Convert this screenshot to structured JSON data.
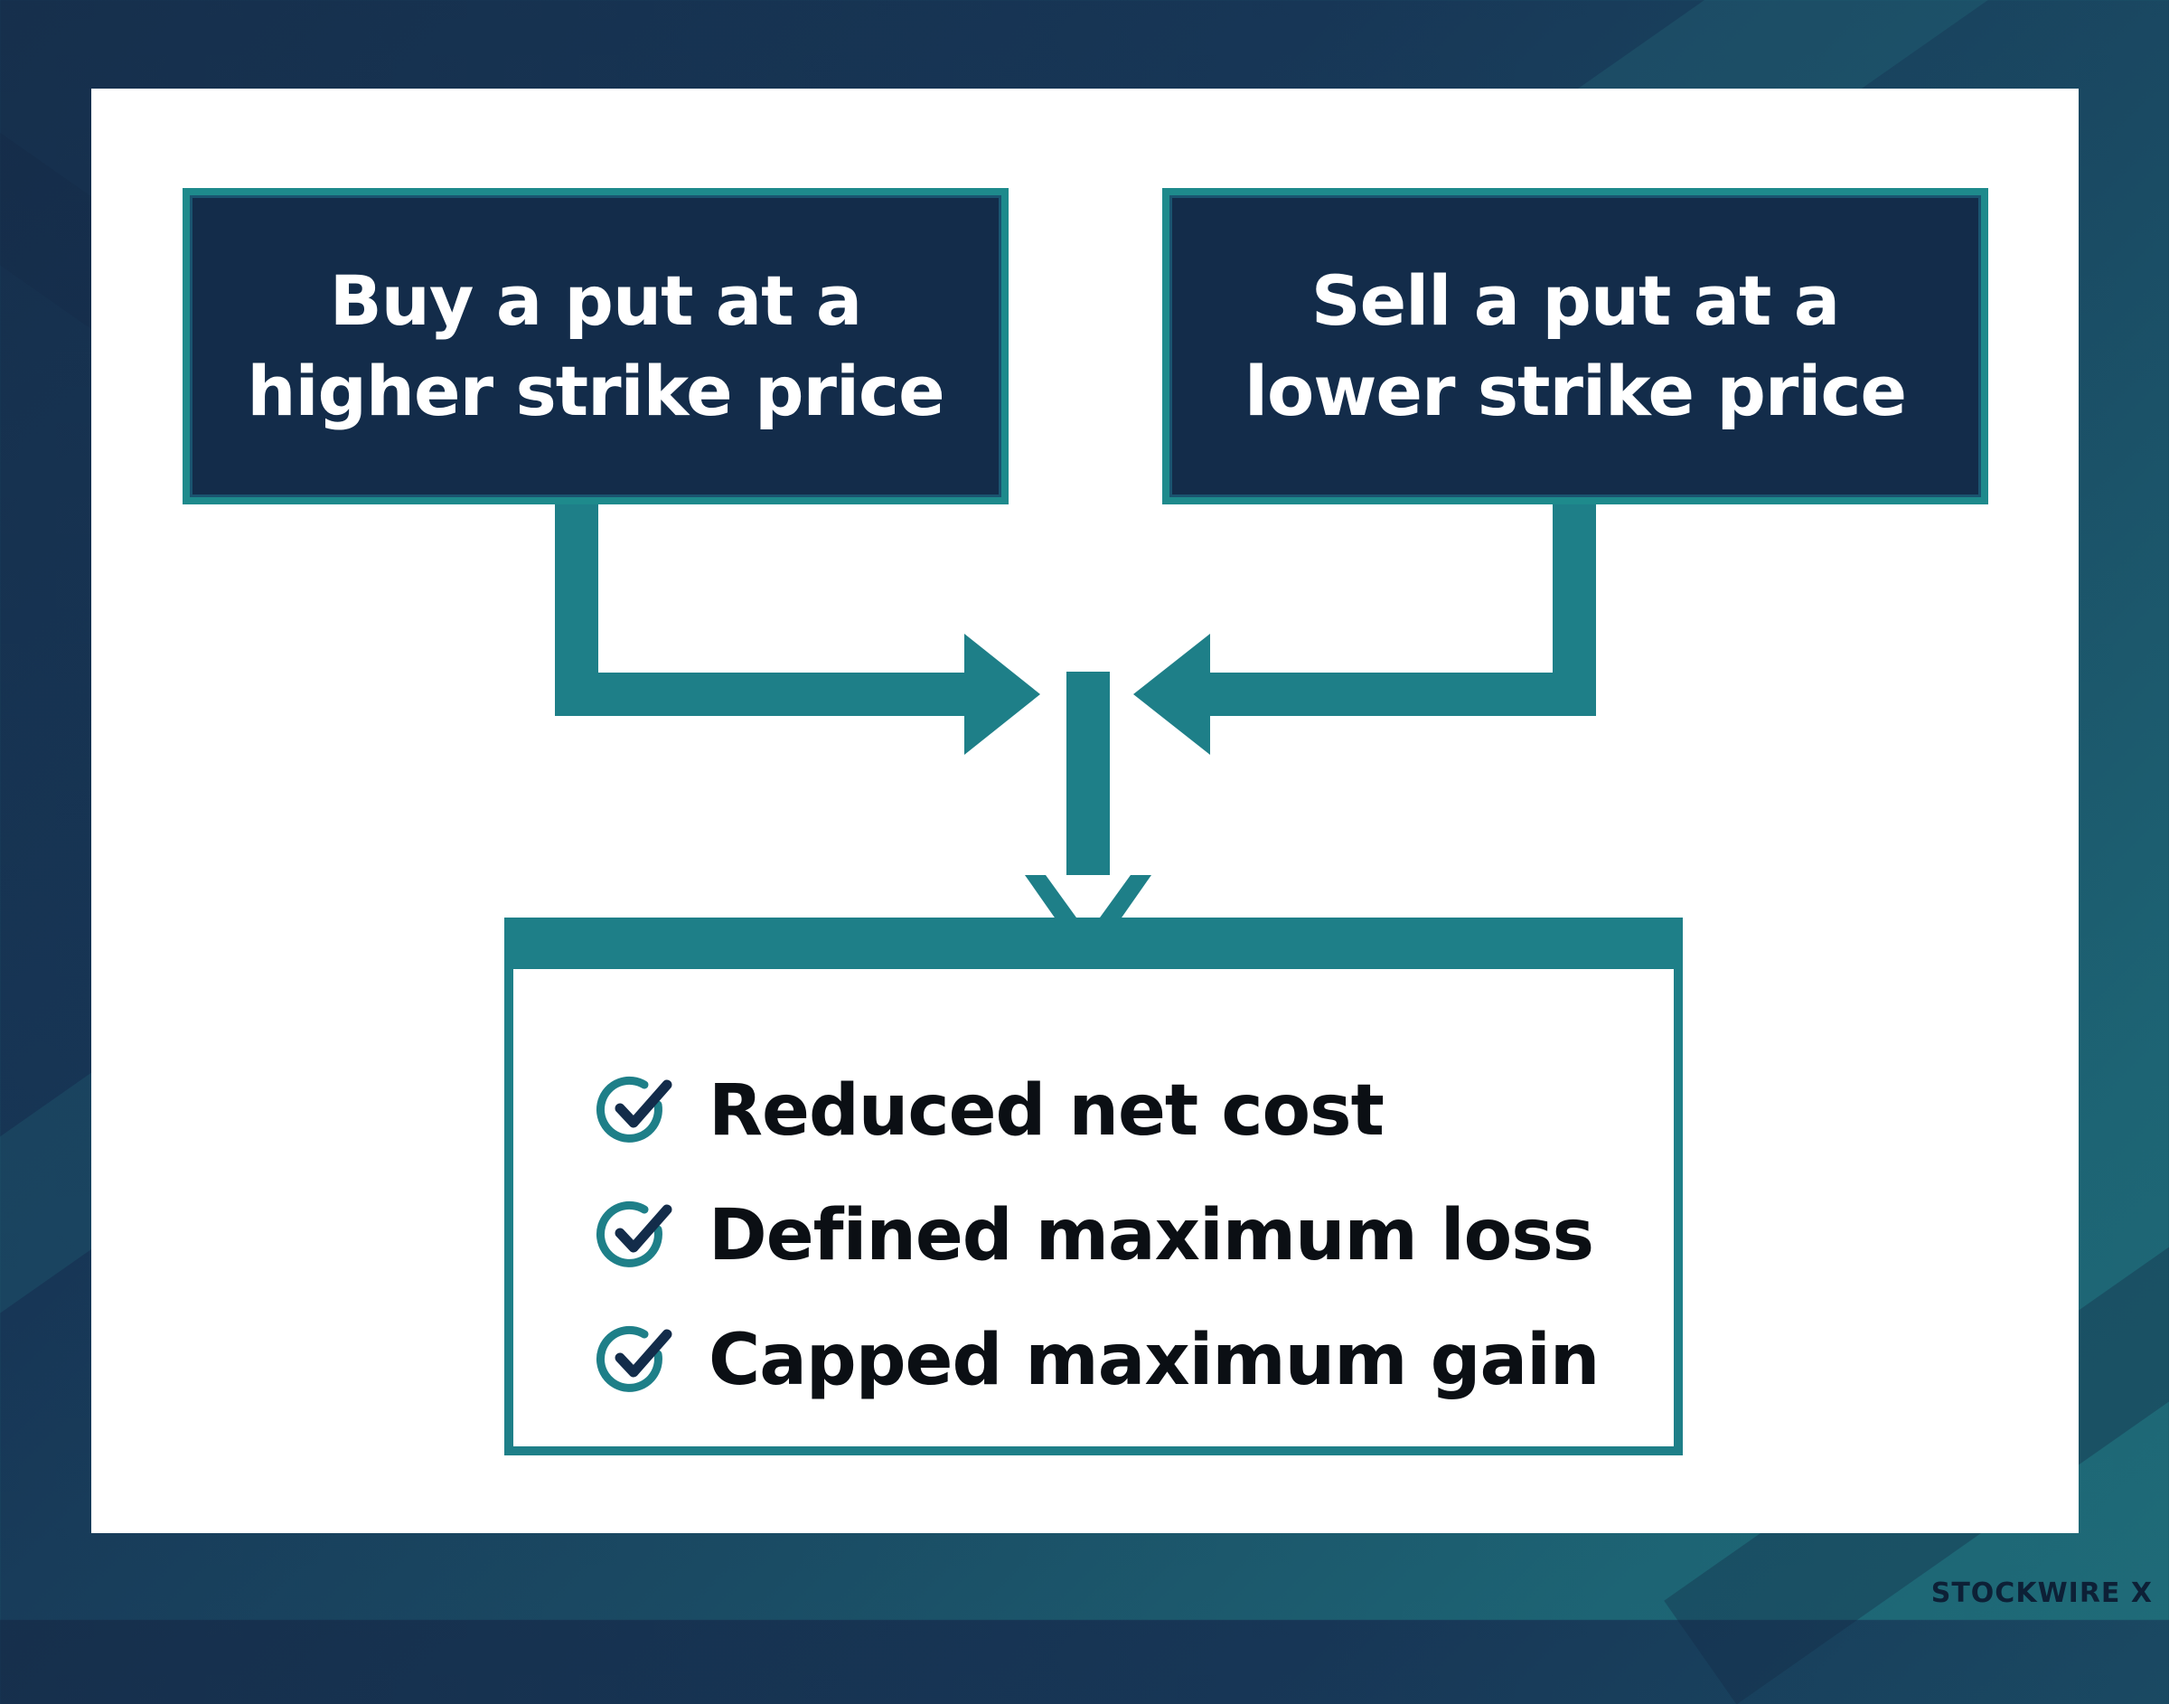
{
  "diagram": {
    "left_box": {
      "lines": [
        "Buy a put at a",
        "higher strike price"
      ]
    },
    "right_box": {
      "lines": [
        "Sell a put at a",
        "lower strike price"
      ]
    },
    "result": {
      "items": [
        {
          "label": "Reduced net cost",
          "icon": "check-circle-icon"
        },
        {
          "label": "Defined maximum loss",
          "icon": "check-circle-icon"
        },
        {
          "label": "Capped maximum gain",
          "icon": "check-circle-icon"
        }
      ]
    }
  },
  "watermark": "STOCKWIRE X",
  "colors": {
    "navy": "#132c4a",
    "teal": "#1e7f88",
    "teal_light": "#1e8a8c",
    "text_dark": "#0b0f14"
  }
}
